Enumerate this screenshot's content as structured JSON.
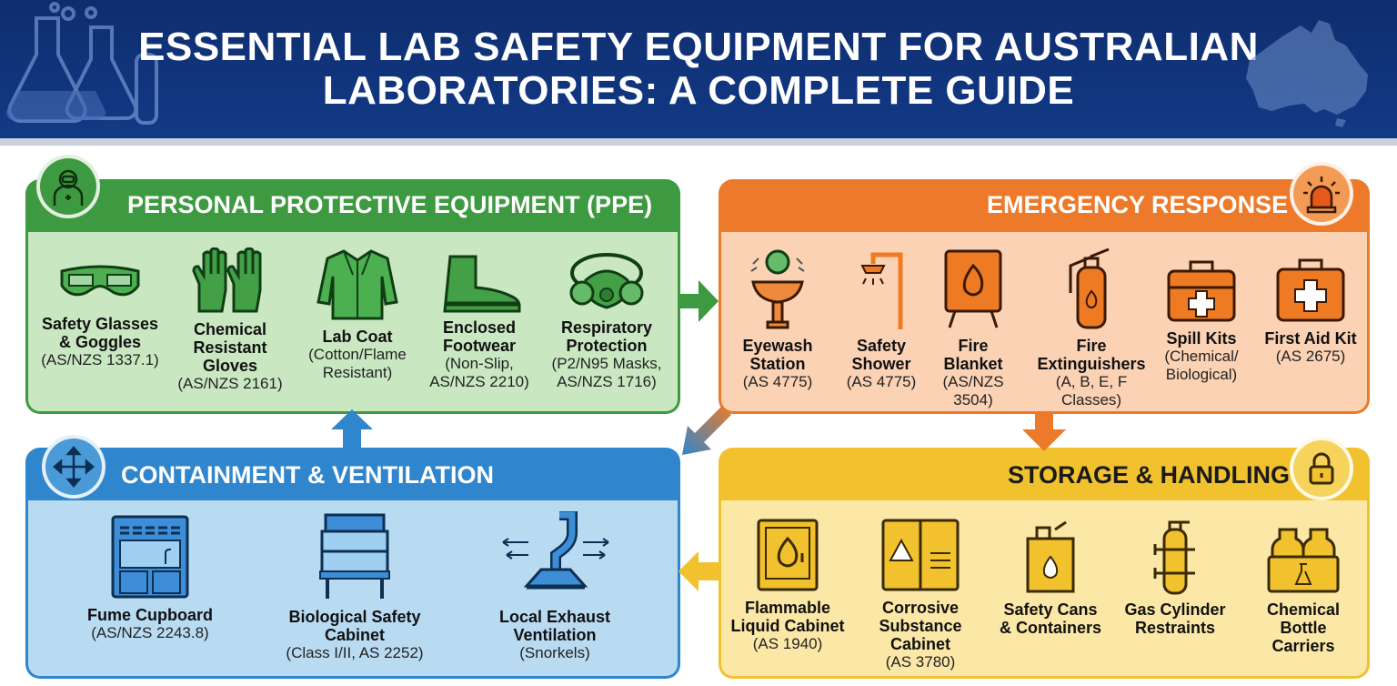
{
  "header": {
    "title_line1": "ESSENTIAL LAB SAFETY EQUIPMENT FOR AUSTRALIAN",
    "title_line2": "LABORATORIES: A COMPLETE GUIDE"
  },
  "colors": {
    "banner": "#123a86",
    "ppe": "#3e9a40",
    "emergency": "#ec7a2a",
    "containment": "#2f86cc",
    "storage": "#f1c22e"
  },
  "ppe": {
    "title": "PERSONAL PROTECTIVE EQUIPMENT (PPE)",
    "badge_icon": "hazmat-suit-icon",
    "items": [
      {
        "icon": "safety-goggles-icon",
        "name_lines": [
          "Safety Glasses",
          "& Goggles"
        ],
        "sub_lines": [
          "(AS/NZS 1337.1)"
        ]
      },
      {
        "icon": "gloves-icon",
        "name_lines": [
          "Chemical",
          "Resistant",
          "Gloves"
        ],
        "sub_lines": [
          "(AS/NZS 2161)"
        ]
      },
      {
        "icon": "lab-coat-icon",
        "name_lines": [
          "Lab Coat"
        ],
        "sub_lines": [
          "(Cotton/Flame",
          "Resistant)"
        ]
      },
      {
        "icon": "boot-icon",
        "name_lines": [
          "Enclosed",
          "Footwear"
        ],
        "sub_lines": [
          "(Non-Slip,",
          "AS/NZS 2210)"
        ]
      },
      {
        "icon": "respirator-icon",
        "name_lines": [
          "Respiratory",
          "Protection"
        ],
        "sub_lines": [
          "(P2/N95 Masks,",
          "AS/NZS 1716)"
        ]
      }
    ]
  },
  "emergency": {
    "title": "EMERGENCY RESPONSE",
    "badge_icon": "alarm-light-icon",
    "items": [
      {
        "icon": "eyewash-icon",
        "name_lines": [
          "Eyewash",
          "Station"
        ],
        "sub_lines": [
          "(AS 4775)"
        ]
      },
      {
        "icon": "shower-icon",
        "name_lines": [
          "Safety",
          "Shower"
        ],
        "sub_lines": [
          "(AS 4775)"
        ]
      },
      {
        "icon": "fire-blanket-icon",
        "name_lines": [
          "Fire",
          "Blanket"
        ],
        "sub_lines": [
          "(AS/NZS",
          "3504)"
        ]
      },
      {
        "icon": "fire-extinguisher-icon",
        "name_lines": [
          "Fire",
          "Extinguishers"
        ],
        "sub_lines": [
          "(A, B, E, F",
          "Classes)"
        ]
      },
      {
        "icon": "spill-kit-icon",
        "name_lines": [
          "Spill Kits"
        ],
        "sub_lines": [
          "(Chemical/",
          "Biological)"
        ]
      },
      {
        "icon": "first-aid-kit-icon",
        "name_lines": [
          "First Aid Kit"
        ],
        "sub_lines": [
          "(AS 2675)"
        ]
      }
    ]
  },
  "containment": {
    "title": "CONTAINMENT & VENTILATION",
    "badge_icon": "airflow-arrows-icon",
    "items": [
      {
        "icon": "fume-cupboard-icon",
        "name_lines": [
          "Fume Cupboard"
        ],
        "sub_lines": [
          "(AS/NZS 2243.8)"
        ]
      },
      {
        "icon": "biosafety-cabinet-icon",
        "name_lines": [
          "Biological Safety",
          "Cabinet"
        ],
        "sub_lines": [
          "(Class I/II, AS 2252)"
        ]
      },
      {
        "icon": "exhaust-snorkel-icon",
        "name_lines": [
          "Local Exhaust",
          "Ventilation"
        ],
        "sub_lines": [
          "(Snorkels)"
        ]
      }
    ]
  },
  "storage": {
    "title": "STORAGE & HANDLING",
    "badge_icon": "padlock-icon",
    "items": [
      {
        "icon": "flammable-cabinet-icon",
        "name_lines": [
          "Flammable",
          "Liquid Cabinet"
        ],
        "sub_lines": [
          "(AS 1940)"
        ]
      },
      {
        "icon": "corrosive-cabinet-icon",
        "name_lines": [
          "Corrosive",
          "Substance",
          "Cabinet"
        ],
        "sub_lines": [
          "(AS 3780)"
        ]
      },
      {
        "icon": "safety-can-icon",
        "name_lines": [
          "Safety Cans",
          "& Containers"
        ],
        "sub_lines": []
      },
      {
        "icon": "gas-cylinder-icon",
        "name_lines": [
          "Gas Cylinder",
          "Restraints"
        ],
        "sub_lines": []
      },
      {
        "icon": "bottle-carrier-icon",
        "name_lines": [
          "Chemical",
          "Bottle",
          "Carriers"
        ],
        "sub_lines": []
      }
    ]
  }
}
